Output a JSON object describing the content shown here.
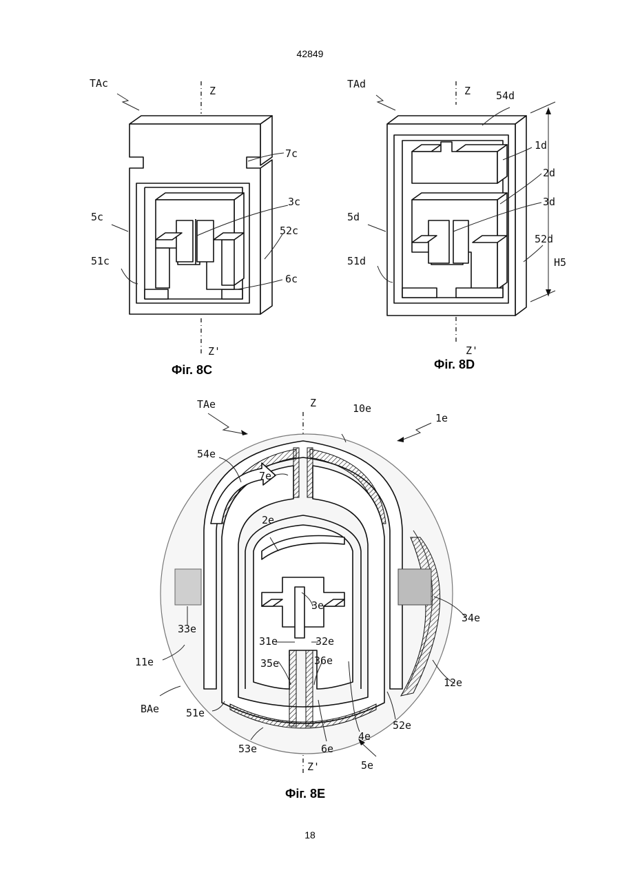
{
  "header": {
    "doc_number": "42849"
  },
  "footer": {
    "page_number": "18"
  },
  "figures": [
    {
      "id": "8C",
      "caption": "Фіг. 8C",
      "labels": {
        "assembly": "TAc",
        "axis_top": "Z",
        "axis_bottom": "Z'",
        "l7": "7c",
        "l5": "5c",
        "l3": "3c",
        "l52": "52c",
        "l51": "51c",
        "l6": "6c"
      }
    },
    {
      "id": "8D",
      "caption": "Фіг. 8D",
      "labels": {
        "assembly": "TAd",
        "axis_top": "Z",
        "axis_bottom": "Z'",
        "l54": "54d",
        "l1": "1d",
        "l2": "2d",
        "l5": "5d",
        "l3": "3d",
        "l52": "52d",
        "l51": "51d",
        "h5": "H5"
      }
    },
    {
      "id": "8E",
      "caption": "Фіг. 8E",
      "labels": {
        "assembly": "TAe",
        "axis_top": "Z",
        "axis_bottom": "Z'",
        "l10": "10e",
        "l1": "1e",
        "l54": "54e",
        "l7": "7e",
        "l2": "2e",
        "l33": "33e",
        "l34": "34e",
        "l3": "3e",
        "l31": "31e",
        "l32": "32e",
        "l11": "11e",
        "l35": "35e",
        "l36": "36e",
        "l12": "12e",
        "lba": "BAe",
        "l51": "51e",
        "l52": "52e",
        "l4": "4e",
        "l53": "53e",
        "l6": "6e",
        "l5": "5e"
      }
    }
  ]
}
